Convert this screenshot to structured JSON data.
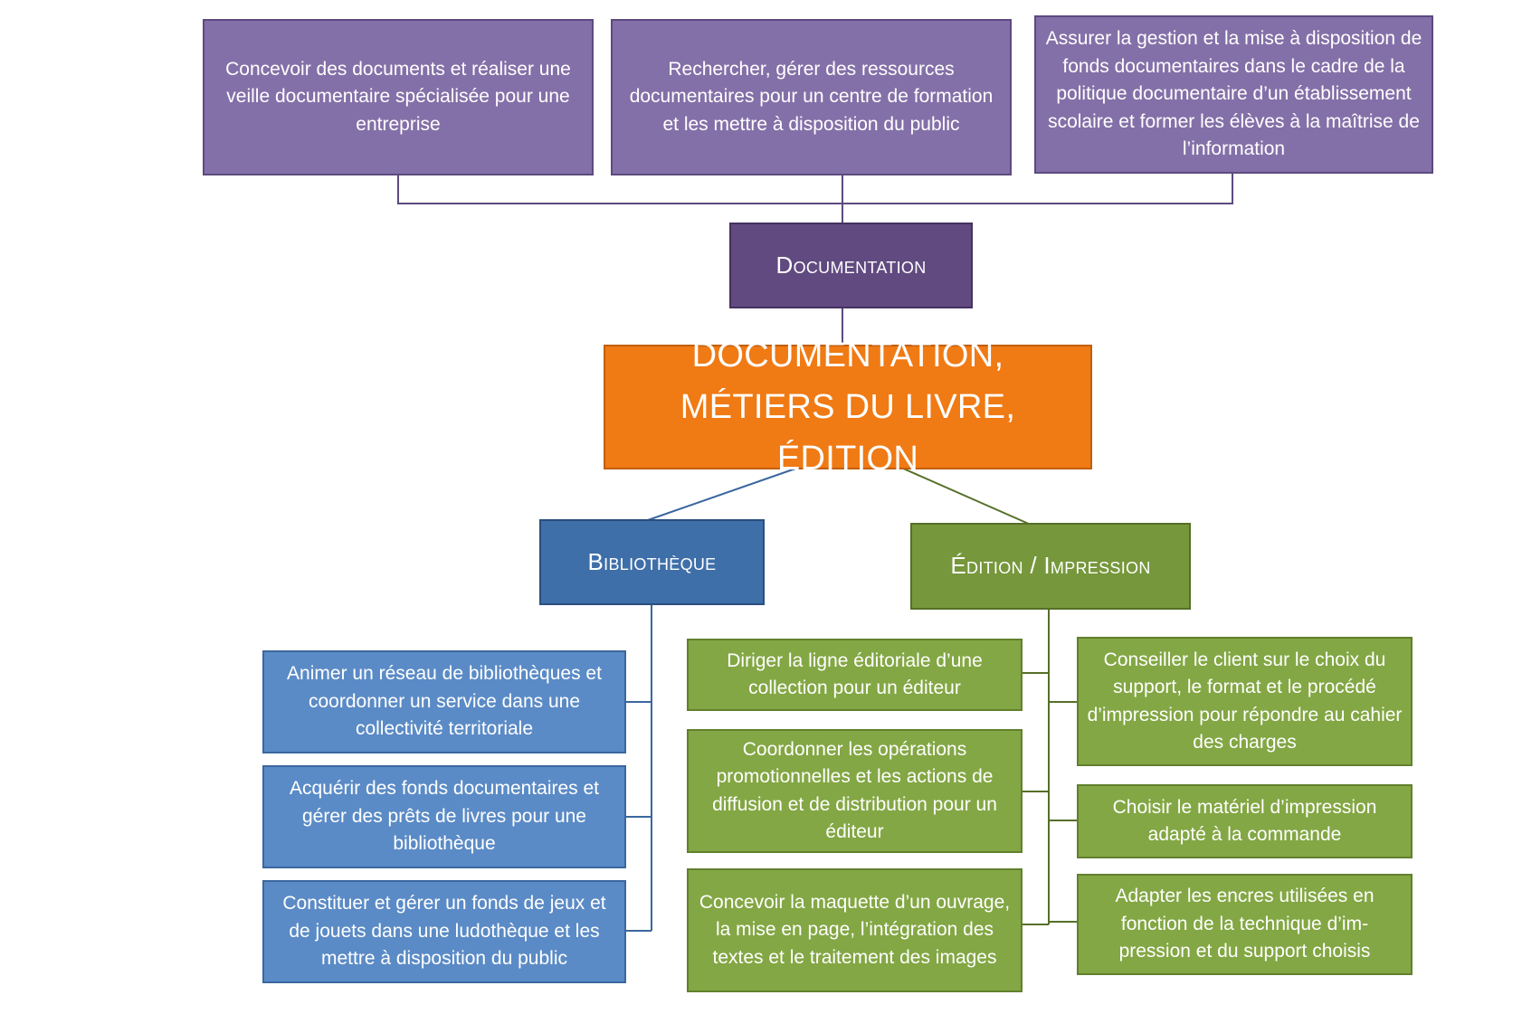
{
  "root": {
    "line1": "DOCUMENTATION,",
    "line2": "MÉTIERS DU LIVRE, ÉDITION"
  },
  "documentation": {
    "title": "Documentation",
    "items": [
      "Concevoir des documents et réaliser une veille documentaire spécialisée pour une entreprise",
      "Rechercher, gérer des ressources documentaires pour un centre de formation et les mettre à disposition du public",
      "Assurer la gestion et la mise à disposition de fonds documentaires dans le cadre de la politique documentaire d’un établissement scolaire et former les élèves à la maîtrise de l’information"
    ]
  },
  "bibliotheque": {
    "title": "Bibliothèque",
    "items": [
      "Animer un réseau de bibliothèques et coordonner un service dans une collectivité territoriale",
      "Acquérir des fonds documentaires et gérer des prêts de livres pour une bibliothèque",
      "Constituer et gérer un fonds de jeux et de jouets dans une ludothèque et les mettre à disposition du public"
    ]
  },
  "edition": {
    "title": "Édition / Impression",
    "left_items": [
      "Diriger la ligne éditoriale d’une collection pour un éditeur",
      "Coordonner les opérations promotionnelles et les actions de diffusion et de distribution pour un éditeur",
      "Concevoir la maquette d’un ouvrage, la mise en page, l’intégration des textes et le traitement des images"
    ],
    "right_items": [
      "Conseiller le client sur le choix du support, le format et le procédé d’impression pour répondre au cahier des charges",
      "Choisir le matériel d’impression adapté à la commande",
      "Adapter les encres utilisées en fonction de la technique d’im-pression et du support choisis"
    ]
  },
  "colors": {
    "purple": "#8470a8",
    "purple_dark": "#614a80",
    "orange": "#f07a14",
    "blue_head": "#3f6fa9",
    "blue": "#5b8bc6",
    "green_head": "#76973b",
    "green": "#83a744",
    "connector_purple": "#5d4a80",
    "connector_blue": "#3a679f",
    "connector_green": "#566f28"
  }
}
